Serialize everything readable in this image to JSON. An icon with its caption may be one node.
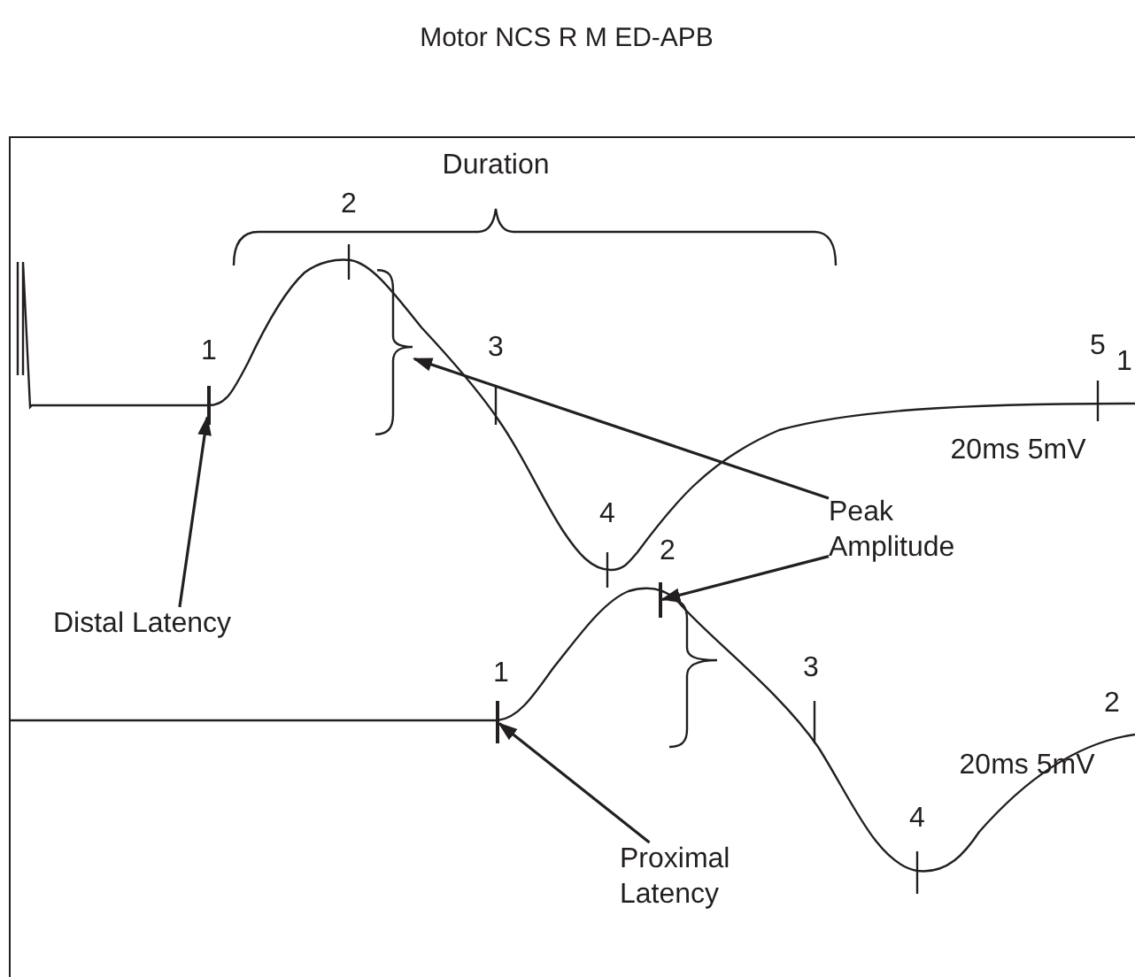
{
  "diagram": {
    "title": "Motor NCS R M ED-APB",
    "nodes": [
      {
        "text": [
          "Distal Latency"
        ]
      },
      {
        "text": [
          "Peak Amplitude"
        ]
      },
      {
        "text": [
          "Proximal Latency"
        ]
      },
      {
        "text": [],
        "shape": "tick"
      },
      {
        "text": [],
        "shape": "bracket"
      },
      {
        "text": [],
        "shape": "tick"
      },
      {
        "text": [],
        "shape": "tick"
      }
    ],
    "edges": [
      {
        "from": 0,
        "to": 3,
        "arrow": "to"
      },
      {
        "from": 1,
        "to": 4,
        "arrow": "to"
      },
      {
        "from": 1,
        "to": 5,
        "arrow": "to"
      },
      {
        "from": 2,
        "to": 6,
        "arrow": "to"
      }
    ],
    "labels": [
      "Duration",
      "2",
      "5",
      "3",
      "1",
      "1",
      "20ms 5mV",
      "4",
      "2",
      "3",
      "1",
      "2",
      "20ms 5mV",
      "4"
    ]
  }
}
